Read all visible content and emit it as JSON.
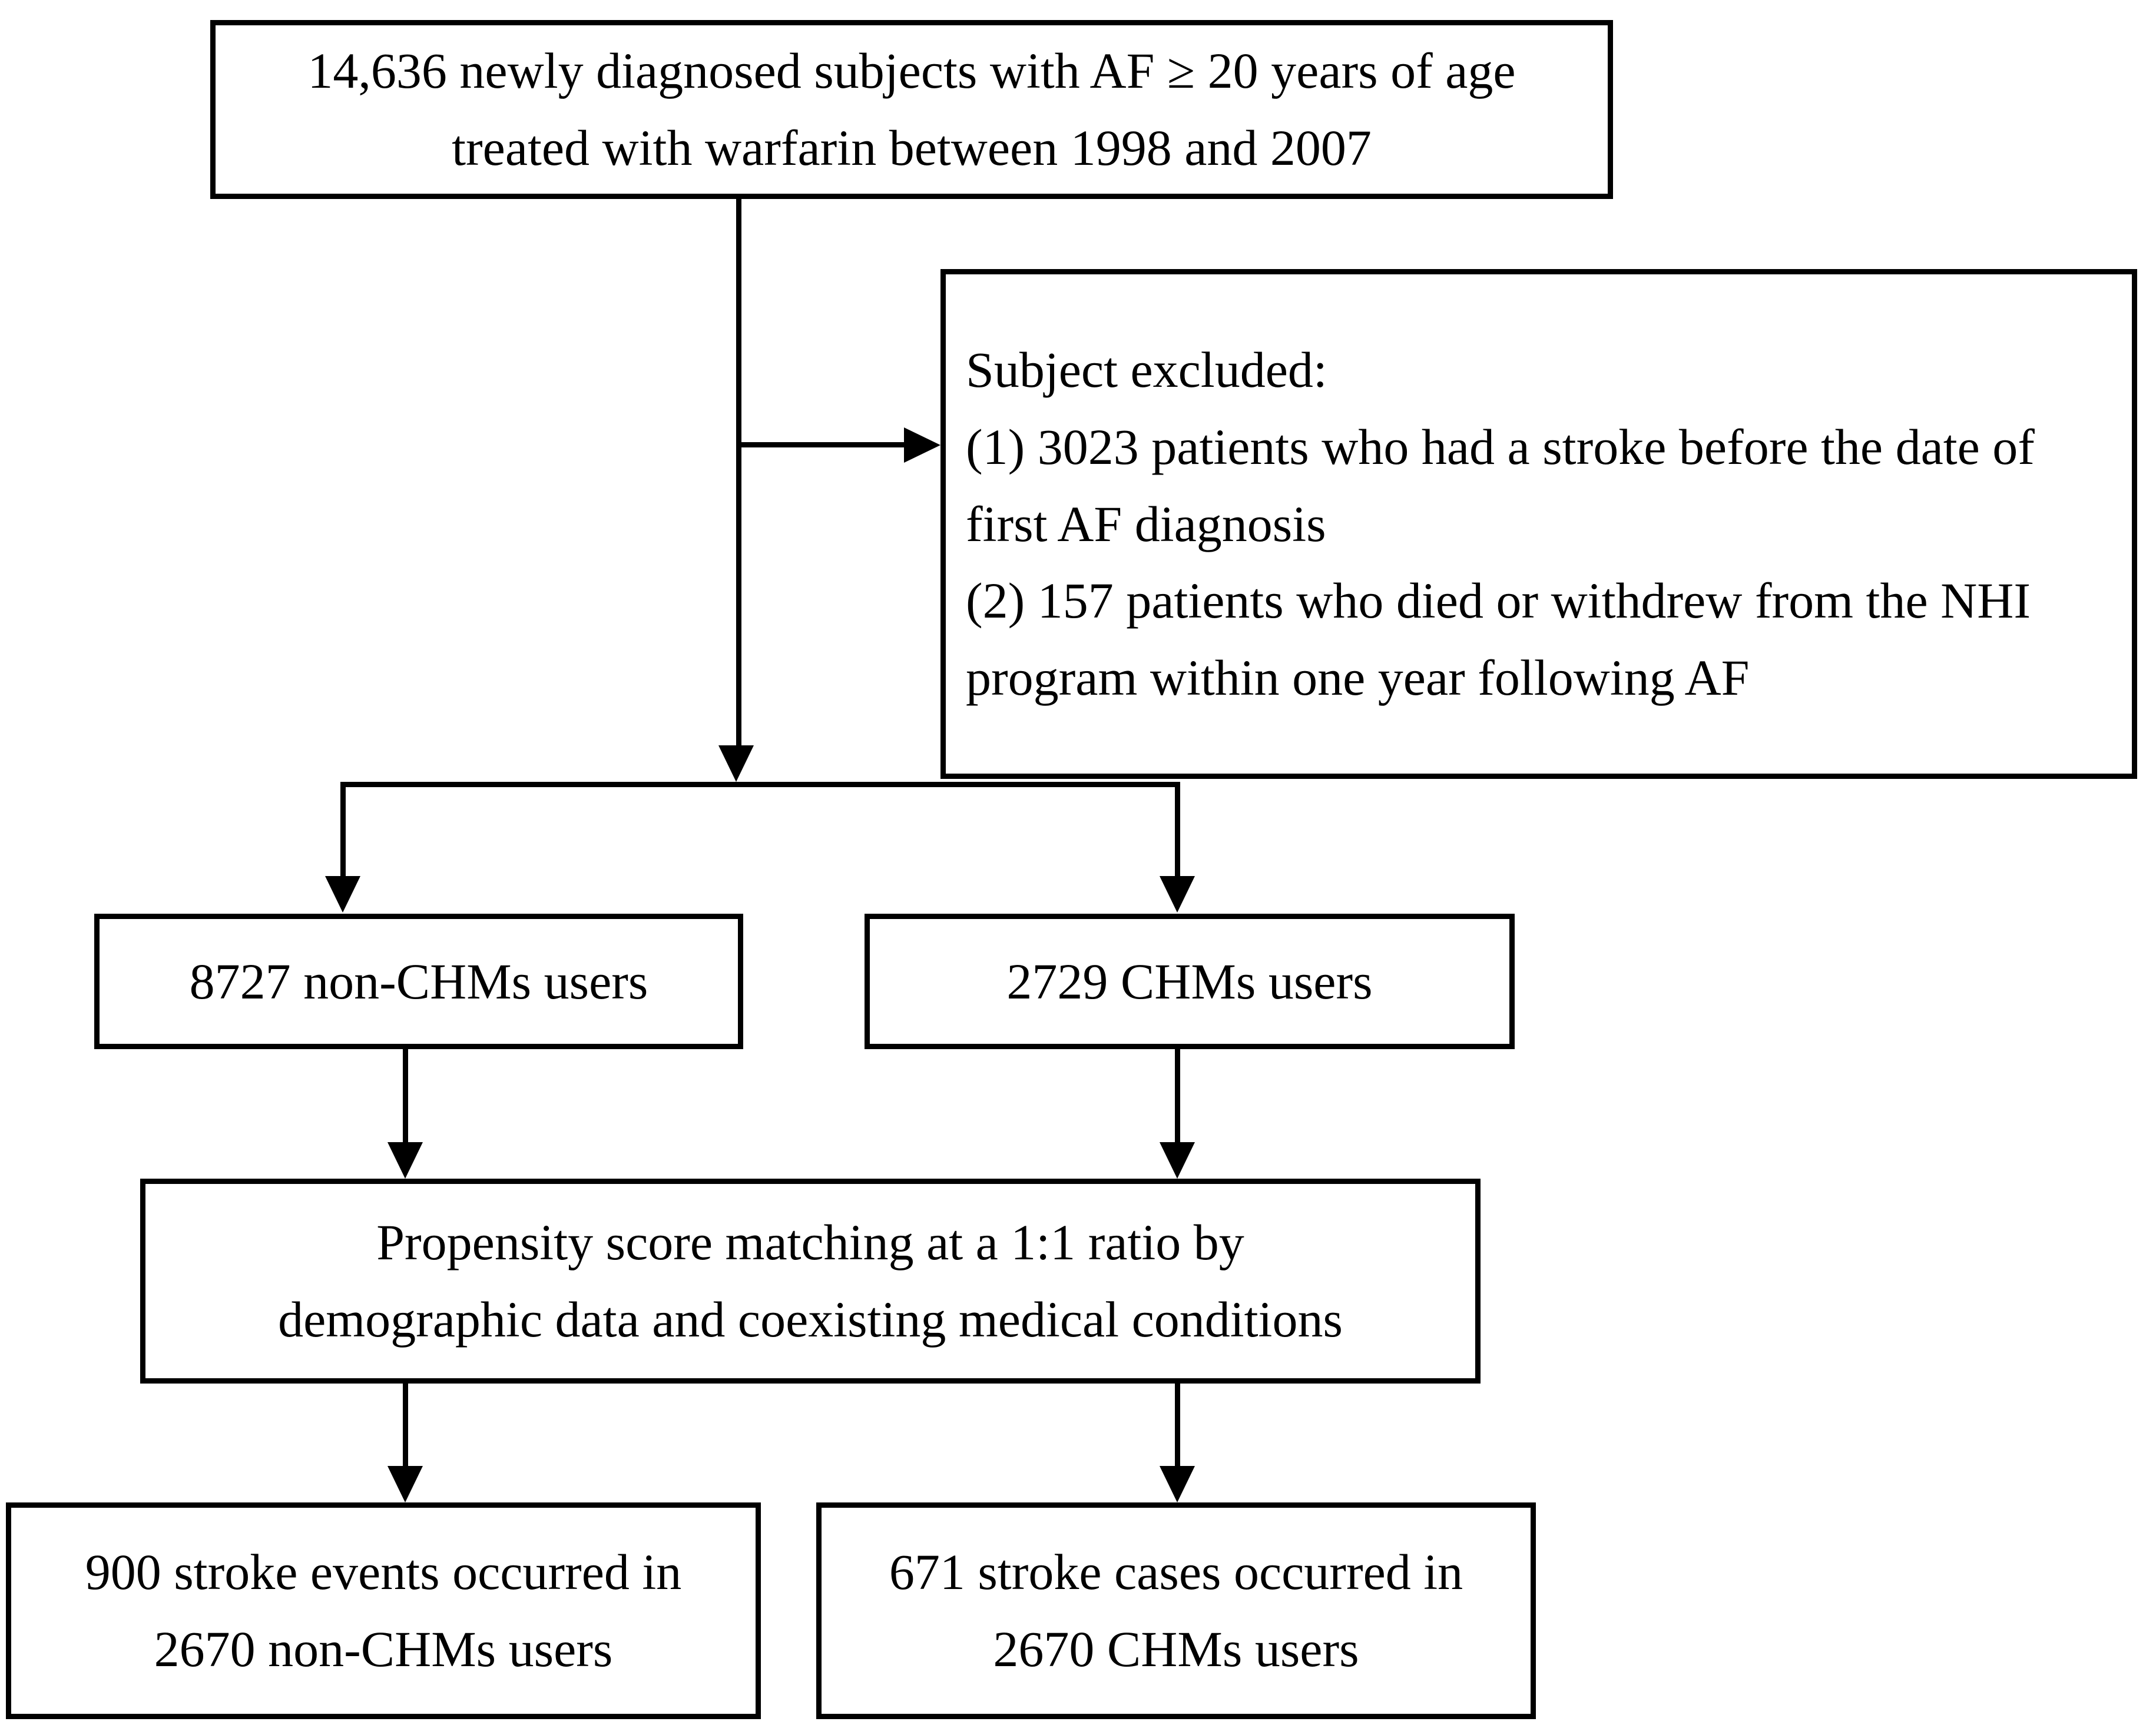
{
  "diagram": {
    "type": "study-flow-chart",
    "nodes": {
      "cohort": {
        "lines": [
          "14,636 newly diagnosed subjects with AF ≥ 20 years of age",
          "treated with warfarin between 1998 and 2007"
        ]
      },
      "excluded": {
        "lines": [
          "Subject excluded:",
          "(1) 3023 patients who had a stroke before the date of",
          "first AF diagnosis",
          "(2) 157 patients who died or withdrew from the NHI",
          "program within one year following AF"
        ]
      },
      "non_chm_users": {
        "lines": [
          "8727 non-CHMs users"
        ]
      },
      "chm_users": {
        "lines": [
          "2729 CHMs users"
        ]
      },
      "propensity_matching": {
        "lines": [
          "Propensity score matching at a 1:1 ratio by",
          "demographic data and coexisting medical conditions"
        ]
      },
      "outcome_non_chm": {
        "lines": [
          "900 stroke events occurred in",
          "2670 non-CHMs users"
        ]
      },
      "outcome_chm": {
        "lines": [
          "671 stroke cases occurred in",
          "2670 CHMs users"
        ]
      }
    },
    "colors": {
      "stroke": "#000000",
      "background": "#ffffff",
      "text": "#000000"
    }
  }
}
